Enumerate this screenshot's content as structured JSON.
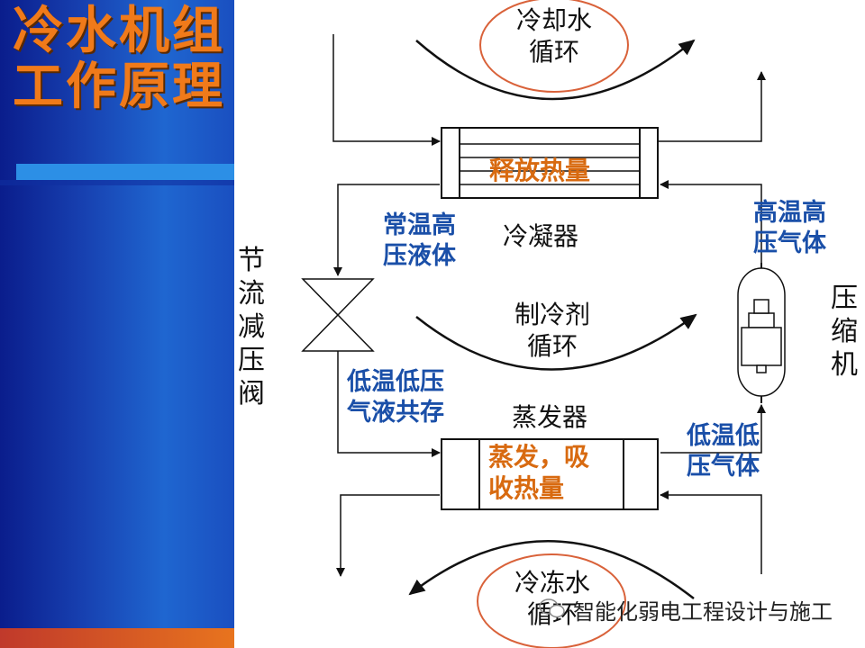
{
  "title": {
    "line1": "冷水机组",
    "line2": "工作原理"
  },
  "cooling_water_cycle": {
    "line1": "冷却水",
    "line2": "循环"
  },
  "condenser": {
    "label": "冷凝器",
    "heat_label": "释放热量"
  },
  "refrigerant_cycle": {
    "line1": "制冷剂",
    "line2": "循环"
  },
  "evaporator": {
    "label": "蒸发器",
    "heat_line1": "蒸发，吸",
    "heat_line2": "收热量"
  },
  "chilled_water_cycle": {
    "line1": "冷冻水",
    "line2": "循环"
  },
  "valve_label": "节流减压阀",
  "compressor_label": "压缩机",
  "states": {
    "high_pressure_liquid": {
      "line1": "常温高",
      "line2": "压液体"
    },
    "high_pressure_gas": {
      "line1": "高温高",
      "line2": "压气体"
    },
    "low_pressure_mixture": {
      "line1": "低温低压",
      "line2": "气液共存"
    },
    "low_pressure_gas": {
      "line1": "低温低",
      "line2": "压气体"
    }
  },
  "watermark": "智能化弱电工程设计与施工",
  "colors": {
    "title": "#f07a1a",
    "state_text": "#1a4fa8",
    "heat_text": "#d86a10",
    "oval": "#d9623a",
    "line": "#111111"
  }
}
